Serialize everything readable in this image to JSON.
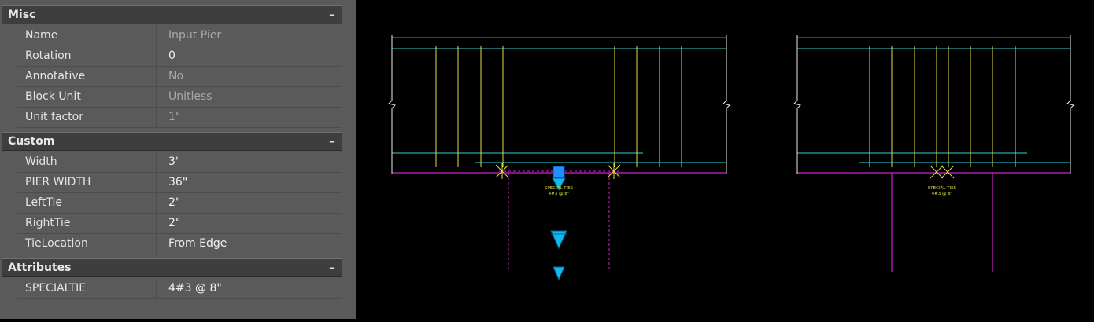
{
  "properties": {
    "sections": [
      {
        "title": "Misc",
        "collapse": "–",
        "rows": [
          {
            "name": "Name",
            "value": "Input Pier",
            "dim": true
          },
          {
            "name": "Rotation",
            "value": "0",
            "dim": false
          },
          {
            "name": "Annotative",
            "value": "No",
            "dim": true
          },
          {
            "name": "Block Unit",
            "value": "Unitless",
            "dim": true
          },
          {
            "name": "Unit factor",
            "value": "1\"",
            "dim": true
          }
        ]
      },
      {
        "title": "Custom",
        "collapse": "–",
        "rows": [
          {
            "name": "Width",
            "value": "3'",
            "dim": false
          },
          {
            "name": "PIER WIDTH",
            "value": "36\"",
            "dim": false
          },
          {
            "name": "LeftTie",
            "value": "2\"",
            "dim": false
          },
          {
            "name": "RightTie",
            "value": "2\"",
            "dim": false
          },
          {
            "name": "TieLocation",
            "value": "From Edge",
            "dim": false
          }
        ]
      },
      {
        "title": "Attributes",
        "collapse": "–",
        "rows": [
          {
            "name": "SPECIALTIE",
            "value": "4#3 @ 8\"",
            "dim": false
          }
        ]
      }
    ]
  },
  "drawing": {
    "left_detail": {
      "label_line1": "SPECIAL TIES",
      "label_line2": "4#3 @ 8\""
    },
    "right_detail": {
      "label_line1": "SPECIAL TIES",
      "label_line2": "4#3 @ 8\""
    },
    "colors": {
      "magenta": "#d020d0",
      "cyan": "#30d0d0",
      "yellow": "#e0e040",
      "white": "#e8e8e8",
      "grip_blue": "#1e90ff",
      "grip_cyan": "#10b8f0"
    }
  }
}
